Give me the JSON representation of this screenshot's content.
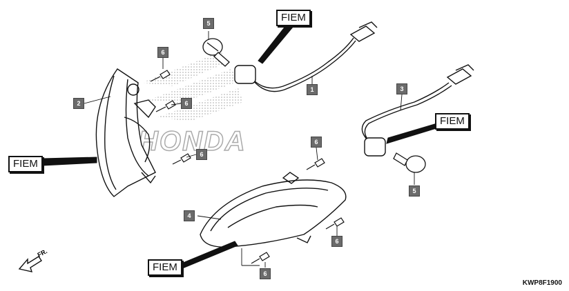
{
  "brand_watermark": "HONDA",
  "fiem_label": "FIEM",
  "direction_label": "FR.",
  "diagram_code": "KWP8F1900",
  "callouts": [
    {
      "id": "c1",
      "text": "1"
    },
    {
      "id": "c2",
      "text": "2"
    },
    {
      "id": "c3",
      "text": "3"
    },
    {
      "id": "c4",
      "text": "4"
    },
    {
      "id": "c5a",
      "text": "5"
    },
    {
      "id": "c5b",
      "text": "5"
    },
    {
      "id": "c6a",
      "text": "6"
    },
    {
      "id": "c6b",
      "text": "6"
    },
    {
      "id": "c6c",
      "text": "6"
    },
    {
      "id": "c6d",
      "text": "6"
    },
    {
      "id": "c6e",
      "text": "6"
    },
    {
      "id": "c6f",
      "text": "6"
    }
  ],
  "fiem_tags": [
    "FIEM",
    "FIEM",
    "FIEM",
    "FIEM"
  ],
  "colors": {
    "ink": "#111111",
    "callout_fill": "#6b6b6b",
    "watermark": "#bbbbbb"
  }
}
